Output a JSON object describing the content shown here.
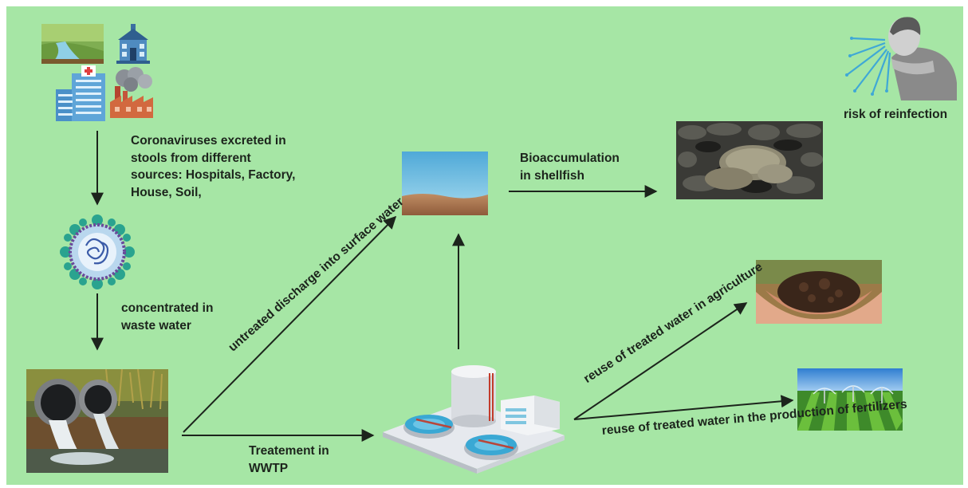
{
  "labels": {
    "sources": "Coronaviruses excreted in\nstools from different\nsources: Hospitals, Factory,\nHouse, Soil,",
    "concentrated": "concentrated in\nwaste water",
    "untreated": "untreated discharge\ninto surface water",
    "treatment": "Treatement in\nWWTP",
    "bioaccumulation": "Bioaccumulation\nin shellfish",
    "risk": "risk of reinfection",
    "reuse_agriculture": "reuse of treated water\nin agriculture",
    "reuse_fertilizers": "reuse of treated water in the\nproduction of fertilizers"
  },
  "icons": {
    "landscape": "river-landscape-icon",
    "school": "school-building-icon",
    "hospital": "hospital-building-icon",
    "factory": "factory-icon",
    "virus": "coronavirus-icon",
    "pipes": "sewage-pipes-photo",
    "surface_water": "surface-water-icon",
    "wwtp": "wastewater-treatment-plant-icon",
    "shellfish": "shellfish-photo",
    "person": "sneezing-person-icon",
    "soil": "soil-in-hands-photo",
    "irrigation": "field-irrigation-photo"
  },
  "colors": {
    "background": "#a6e6a5",
    "arrow": "#1c241c",
    "virus_spikes": "#2aa38f",
    "virus_ring": "#6a4a9a"
  }
}
